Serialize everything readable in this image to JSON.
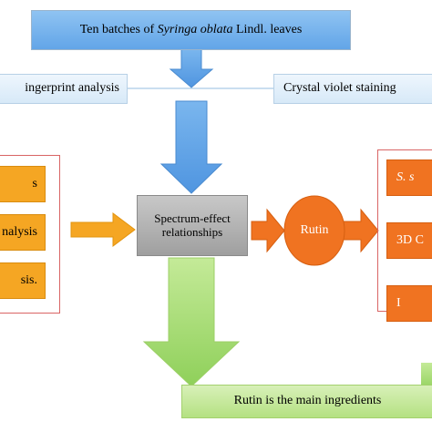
{
  "top_box": {
    "prefix": "Ten batches of ",
    "italic": "Syringa oblata",
    "suffix": " Lindl. leaves"
  },
  "left_analysis": "ingerprint analysis",
  "right_analysis": "Crystal violet staining",
  "left_items": [
    "s",
    "nalysis",
    "sis."
  ],
  "center_box": {
    "line1": "Spectrum-effect",
    "line2": "relationships"
  },
  "rutin_label": "Rutin",
  "right_items": [
    "S. s",
    "3D C",
    "I"
  ],
  "bottom_box": "Rutin is  the main ingredients",
  "colors": {
    "blue_arrow": "#5aa0e6",
    "orange_arrow": "#f5a623",
    "deep_orange": "#f07321",
    "green_arrow": "#a6dc74",
    "frame_red": "#d96565"
  }
}
